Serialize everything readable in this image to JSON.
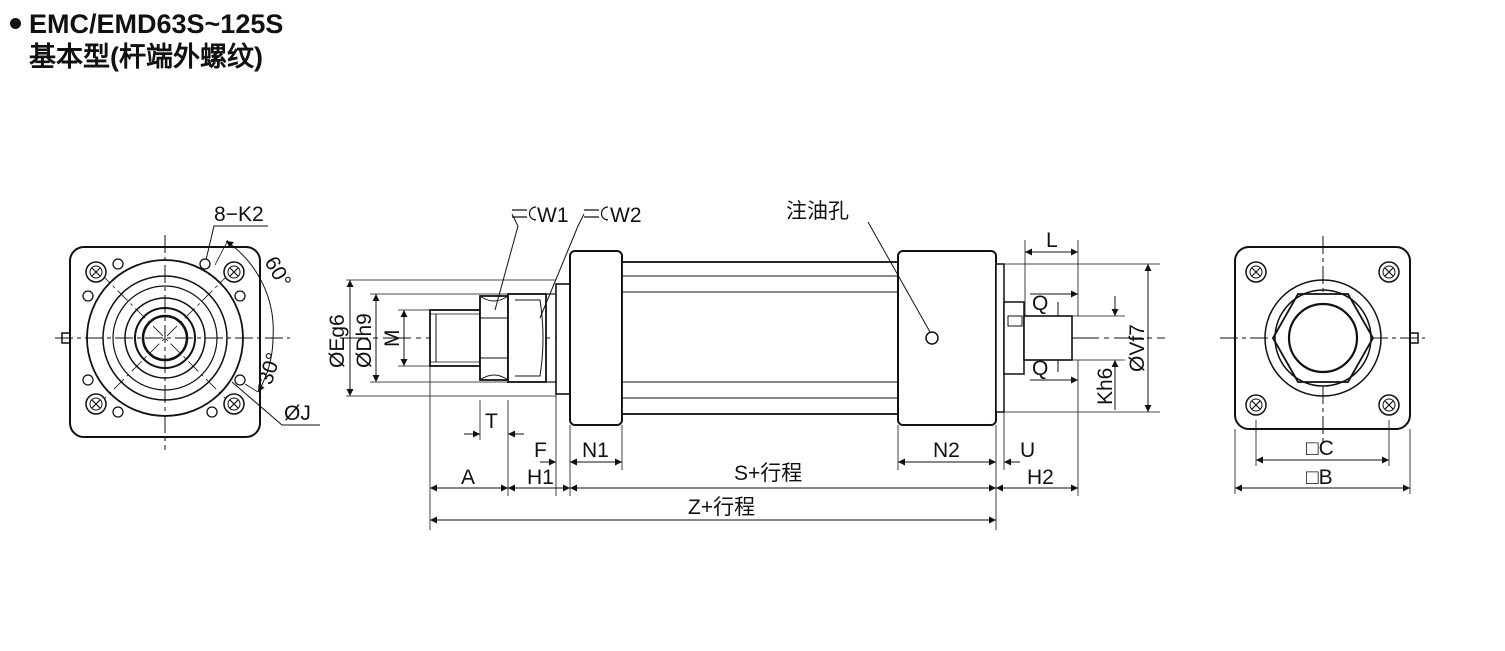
{
  "header": {
    "model": "EMC/EMD63S~125S",
    "subtitle": "基本型(杆端外螺纹)"
  },
  "front_view": {
    "bolt_label": "8−K2",
    "angle_60": "60°",
    "angle_30": "30°",
    "dia_j": "ØJ"
  },
  "side_view": {
    "w1": "W1",
    "w2": "W2",
    "oil_hole": "注油孔",
    "dia_e": "ØEg6",
    "dia_d": "ØDh9",
    "m": "M",
    "t": "T",
    "a": "A",
    "f": "F",
    "h1": "H1",
    "n1": "N1",
    "s_stroke": "S+行程",
    "n2": "N2",
    "u": "U",
    "h2": "H2",
    "z_stroke": "Z+行程",
    "l": "L",
    "q_top": "Q",
    "q_bottom": "Q",
    "kh6": "Kh6",
    "dia_v": "ØVf7"
  },
  "rear_view": {
    "c": "□C",
    "b": "□B"
  }
}
